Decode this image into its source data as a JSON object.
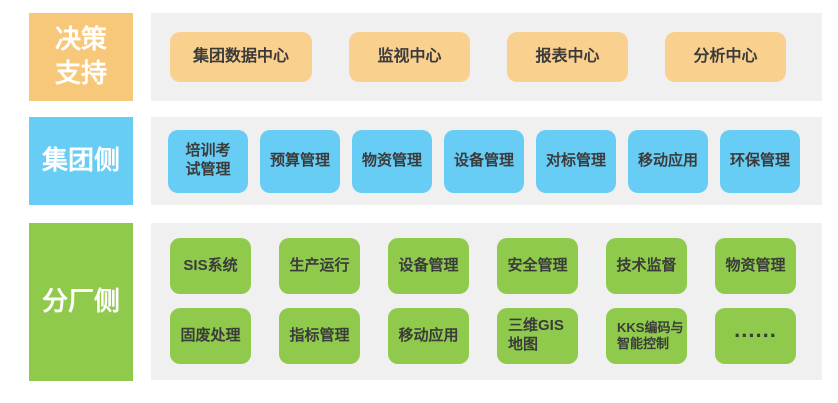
{
  "colors": {
    "orange_label": "#f8c87a",
    "orange_box": "#fad08e",
    "blue": "#67cdf5",
    "green": "#8fca4c",
    "panel_bg": "#f0f0f0",
    "box_text": "#3b3b3b",
    "label_text": "#ffffff"
  },
  "decision_row": {
    "label": "决策\n支持",
    "boxes": [
      "集团数据中心",
      "监视中心",
      "报表中心",
      "分析中心"
    ]
  },
  "group_row": {
    "label": "集团侧",
    "boxes": [
      "培训考\n试管理",
      "预算管理",
      "物资管理",
      "设备管理",
      "对标管理",
      "移动应用",
      "环保管理"
    ]
  },
  "plant_row": {
    "label": "分厂侧",
    "boxes_row1": [
      "SIS系统",
      "生产运行",
      "设备管理",
      "安全管理",
      "技术监督",
      "物资管理"
    ],
    "boxes_row2": [
      "固废处理",
      "指标管理",
      "移动应用",
      "三维GIS\n地图",
      "KKS编码与\n智能控制",
      "......"
    ]
  }
}
